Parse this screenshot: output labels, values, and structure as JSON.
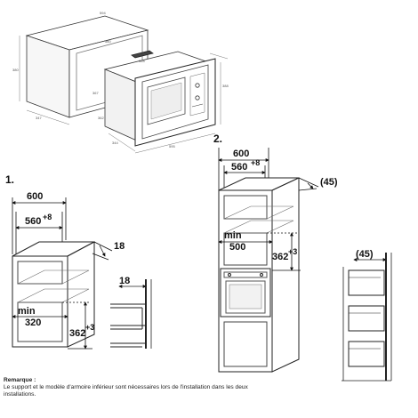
{
  "overview": {
    "dims": [
      "594",
      "560",
      "380",
      "367",
      "347",
      "354",
      "344",
      "595",
      "388",
      "362"
    ]
  },
  "figure1": {
    "step_label": "1.",
    "width_outer": "600",
    "width_inner": "560",
    "width_inner_tol": "+8",
    "depth": "18",
    "min_label": "min",
    "min_value": "320",
    "opening": "362",
    "opening_tol": "+3",
    "side_depth": "18"
  },
  "figure2": {
    "step_label": "2.",
    "width_outer": "600",
    "width_inner": "560",
    "width_inner_tol": "+8",
    "gap_top": "(45)",
    "min_label": "min",
    "min_value": "500",
    "opening": "362",
    "opening_tol": "+3",
    "gap_side": "(45)"
  },
  "remark": {
    "title": "Remarque :",
    "text": "Le support et le modèle d'armoire inférieur sont nécessaires lors de l'installation dans les deux installations."
  }
}
